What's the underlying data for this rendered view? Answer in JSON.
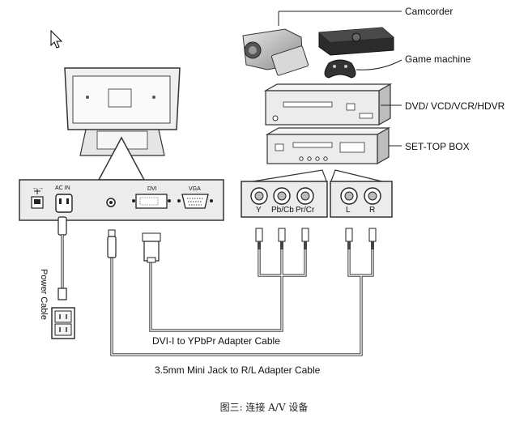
{
  "devices": {
    "camcorder": "Camcorder",
    "game_machine": "Game machine",
    "dvd": "DVD/ VCD/VCR/HDVR",
    "settop": "SET-TOP BOX"
  },
  "monitor_ports": {
    "usb": "←→",
    "ac_in": "AC IN",
    "dvi": "DVI",
    "vga": "VGA"
  },
  "component_jacks": [
    "Y",
    "Pb/Cb",
    "Pr/Cr"
  ],
  "audio_jacks": [
    "L",
    "R"
  ],
  "cables": {
    "power": "Power Cable",
    "dvi": "DVI-I to YPbPr Adapter Cable",
    "audio": "3.5mm Mini Jack to R/L Adapter Cable"
  },
  "caption": "图三: 连接 A/V 设备",
  "icons": [
    "cursor-arrow-icon",
    "usb-icon"
  ]
}
